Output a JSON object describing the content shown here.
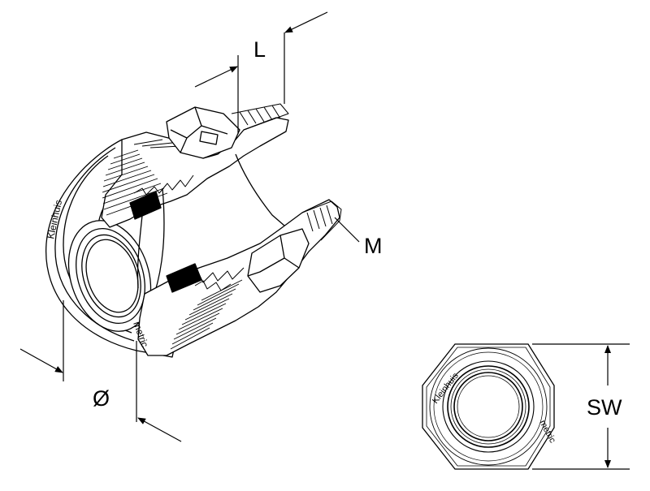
{
  "dimensions": {
    "length": "L",
    "thread": "M",
    "diameter": "Ø",
    "wrench_size": "SW"
  },
  "markings": {
    "brand": "Kleinhuis",
    "thread_type": "metric"
  },
  "colors": {
    "line": "#000000",
    "background": "#ffffff",
    "section_fill": "#000000",
    "body_fill": "#ffffff"
  }
}
